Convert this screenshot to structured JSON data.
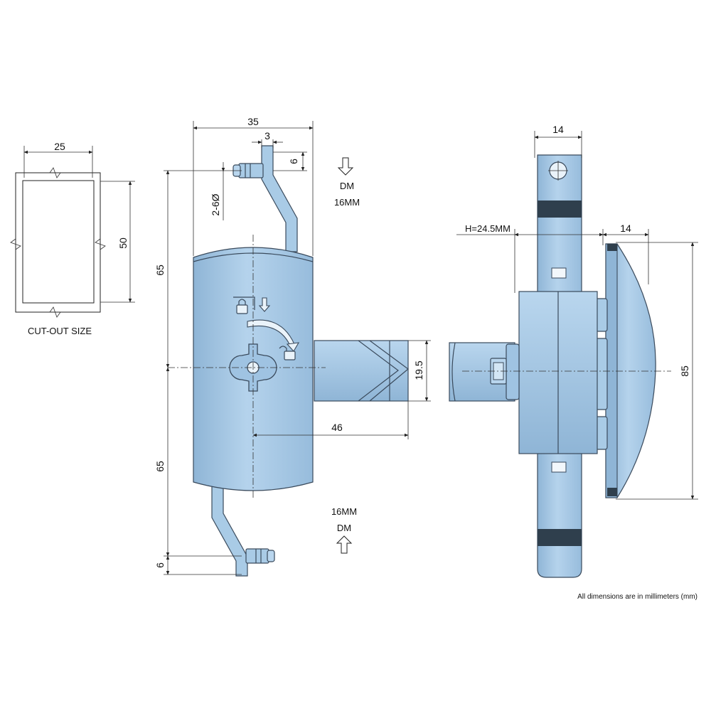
{
  "drawing": {
    "cutout": {
      "width_label": "25",
      "height_label": "50",
      "caption": "CUT-OUT SIZE"
    },
    "front_view": {
      "overall_width": "35",
      "pin_width": "3",
      "pin_offset": "6",
      "hole_label": "2-6Ø",
      "upper_height": "65",
      "lower_height": "65",
      "bottom_offset": "6",
      "bolt_height": "19.5",
      "bolt_length": "46",
      "top_direction_lines": [
        "DM",
        "16MM"
      ],
      "bottom_direction_lines": [
        "16MM",
        "DM"
      ]
    },
    "side_view": {
      "bar_width": "14",
      "handle_depth": "14",
      "height_label": "H=24.5MM",
      "overall_height": "85"
    },
    "note": "All dimensions are in millimeters (mm)"
  },
  "colors": {
    "part_fill": "#a9cbe6",
    "part_light": "#c6def1",
    "part_dark": "#7fa7c8",
    "band": "#2f3f4d",
    "lines": "#222222"
  }
}
